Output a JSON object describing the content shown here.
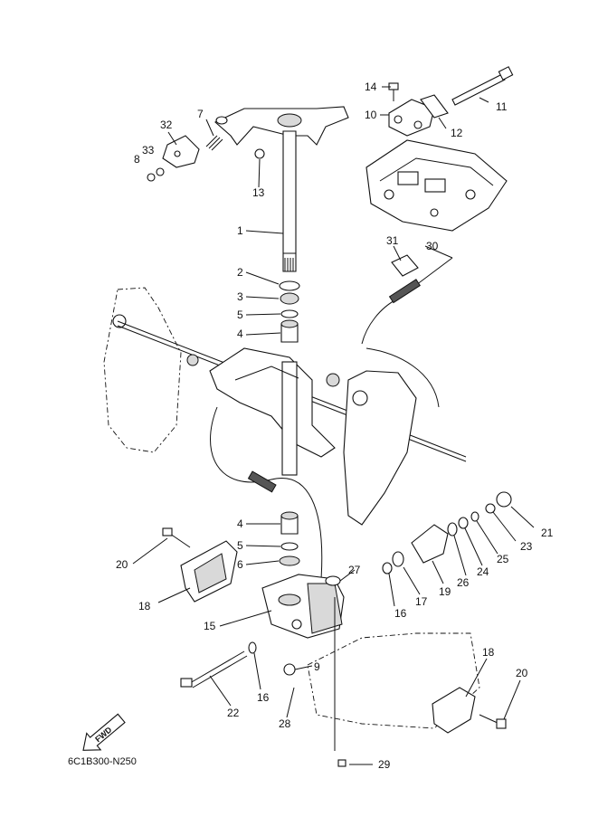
{
  "diagram": {
    "code": "6C1B300-N250",
    "fwd": "FWD"
  },
  "callouts": [
    "1",
    "2",
    "3",
    "4",
    "5",
    "6",
    "7",
    "8",
    "9",
    "10",
    "11",
    "12",
    "13",
    "14",
    "15",
    "16",
    "17",
    "18",
    "19",
    "20",
    "21",
    "22",
    "23",
    "24",
    "25",
    "26",
    "27",
    "28",
    "29",
    "30",
    "31",
    "32",
    "33"
  ]
}
